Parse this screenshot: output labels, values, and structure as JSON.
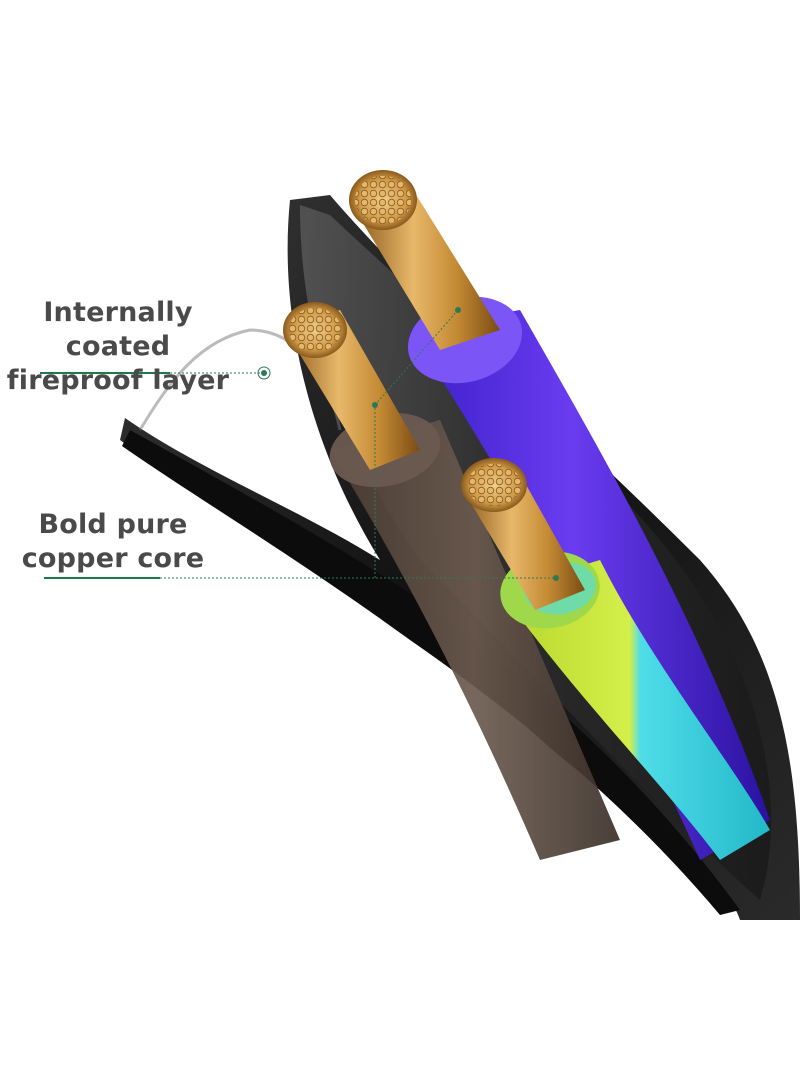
{
  "image": {
    "description_free": true,
    "background": "#ffffff",
    "accent_color": "#1e7a4a"
  },
  "callouts": [
    {
      "line1": "Internally coated",
      "line2": "fireproof layer"
    },
    {
      "line1": "Bold pure",
      "line2": "copper core"
    }
  ],
  "colors": {
    "jacket": "#1a1a1a",
    "wire_brown": "#5a4a3f",
    "wire_blue": "#5a2fe0",
    "wire_yellow_green": "#c8e632",
    "wire_cyan": "#33d6e6",
    "copper": "#c8922e",
    "leader_line": "#2b7a55"
  }
}
